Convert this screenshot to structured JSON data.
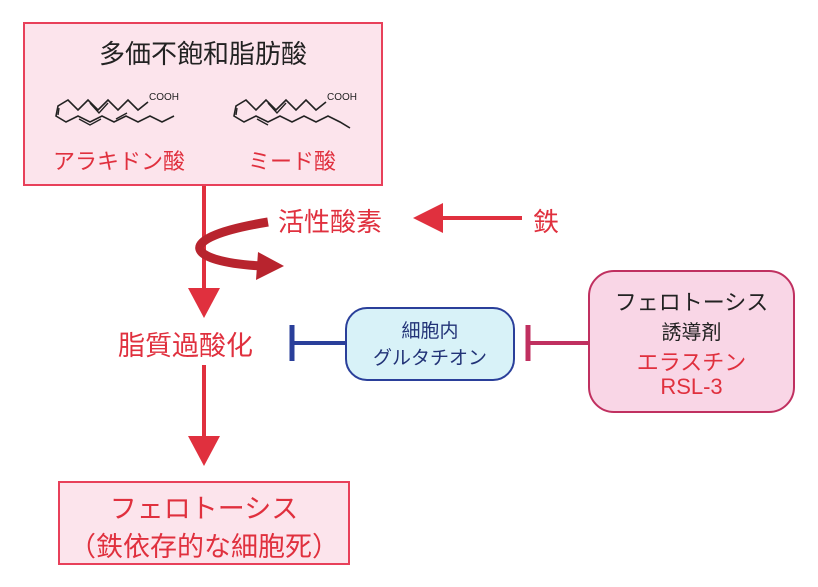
{
  "pufa": {
    "title": "多価不飽和脂肪酸",
    "molecule1": {
      "name": "アラキドン酸",
      "group": "COOH"
    },
    "molecule2": {
      "name": "ミード酸",
      "group": "COOH"
    }
  },
  "ros_label": "活性酸素",
  "iron_label": "鉄",
  "lipid_peroxidation_label": "脂質過酸化",
  "glutathione": {
    "line1": "細胞内",
    "line2": "グルタチオン"
  },
  "inducer": {
    "line1": "フェロトーシス",
    "line2": "誘導剤",
    "line3": "エラスチン",
    "line4": "RSL-3"
  },
  "ferroptosis": {
    "line1": "フェロトーシス",
    "line2": "（鉄依存的な細胞死）"
  },
  "colors": {
    "red": "#e0303e",
    "dark_red": "#b8242e",
    "blue": "#2a3f9a",
    "cyan_fill": "#d8f2f8",
    "pink_fill": "#fce4ec"
  }
}
